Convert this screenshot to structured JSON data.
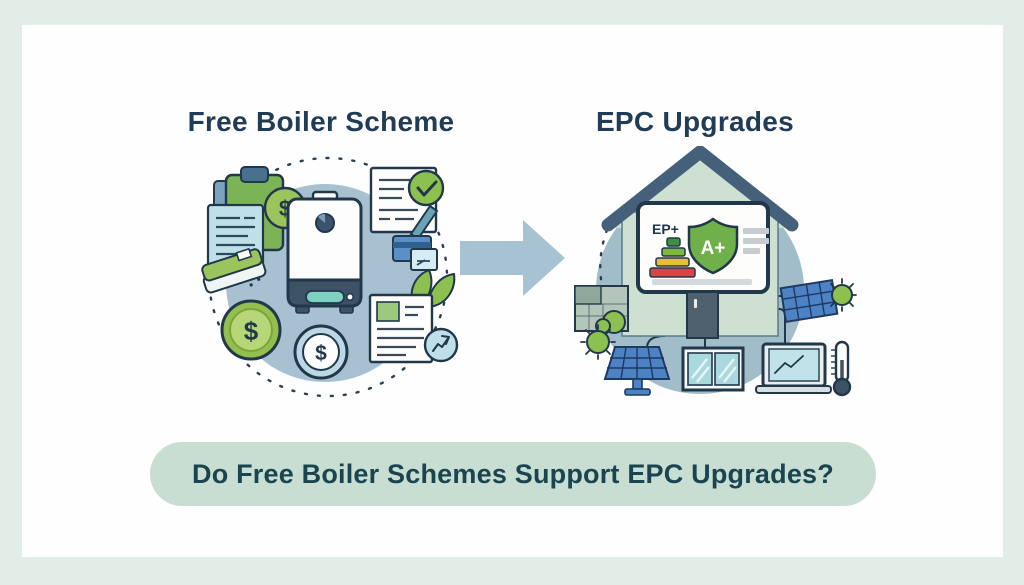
{
  "scene": {
    "outer_background": "#e2ede8",
    "card_background": "#fefefe"
  },
  "left_panel": {
    "title": "Free Boiler Scheme",
    "dollar_sign": "$",
    "icon_names": [
      "clipboard",
      "funding-document",
      "dollar-badge",
      "approved-contract-with-check",
      "pen",
      "credit-card",
      "note",
      "leaves",
      "invoice-document",
      "trend-circle",
      "dollar-coin",
      "cash-card",
      "boiler",
      "dollar-token"
    ]
  },
  "right_panel": {
    "title": "EPC Upgrades",
    "monitor_label": "EP+",
    "shield_grade": "A+",
    "icon_names": [
      "house",
      "epc-monitor",
      "energy-rating-bars",
      "grade-shield",
      "site-plan",
      "solar-panel",
      "sun",
      "double-window",
      "laptop-chart",
      "thermometer"
    ]
  },
  "banner": {
    "question": "Do Free Boiler Schemes Support EPC Upgrades?"
  },
  "colors": {
    "title_text": "#203c56",
    "banner_background": "#c8ded2",
    "banner_text": "#1a4550",
    "arrow": "#a7c3d3",
    "circle_left": "#a8c1d0",
    "circle_right": "#a2bdca",
    "house_wall": "#cde0d2",
    "roof": "#45607a",
    "accent_green": "#8cc152",
    "solar_blue": "#4d82c4",
    "outline": "#22384a",
    "energy_scale": [
      "#3e8f43",
      "#7cb83f",
      "#e7bf35",
      "#d64541"
    ]
  }
}
